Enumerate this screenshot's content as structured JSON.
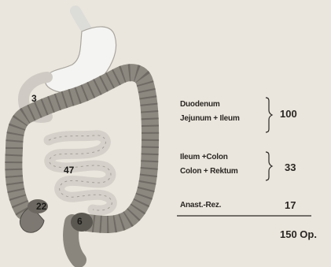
{
  "anatomy_markers": {
    "m3": "3",
    "m47": "47",
    "m22": "22",
    "m6": "6"
  },
  "legend": {
    "group1": {
      "row1": "Duodenum",
      "row2": "Jejunum + Ileum",
      "value": "100"
    },
    "group2": {
      "row1": "Ileum +Colon",
      "row2": "Colon + Rektum",
      "value": "33"
    },
    "group3": {
      "row1": "Anast.-Rez.",
      "value": "17"
    },
    "total": "150 Op."
  }
}
